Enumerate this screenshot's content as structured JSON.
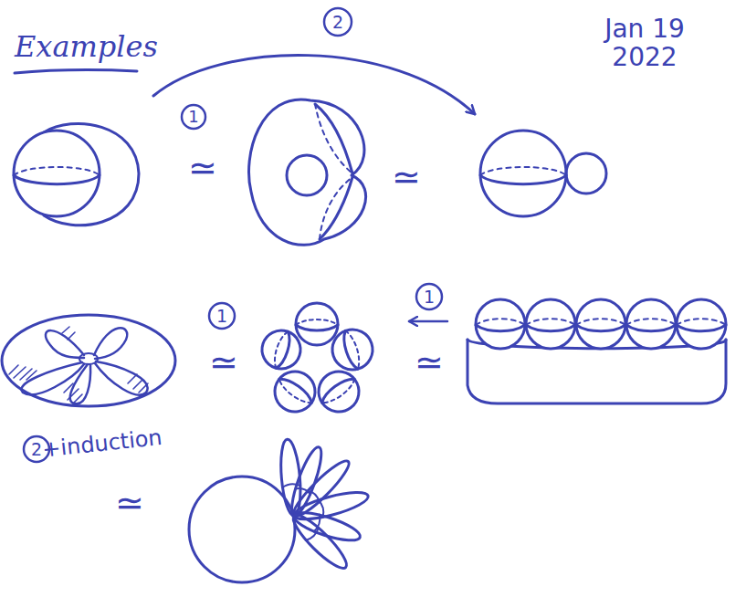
{
  "diagram": {
    "title": "Examples",
    "labels": [
      "Jan 19 2022",
      "2",
      "1",
      "≃",
      "≃",
      "1",
      "≃",
      "1",
      "≃",
      "2",
      "+induction",
      "≃"
    ]
  }
}
